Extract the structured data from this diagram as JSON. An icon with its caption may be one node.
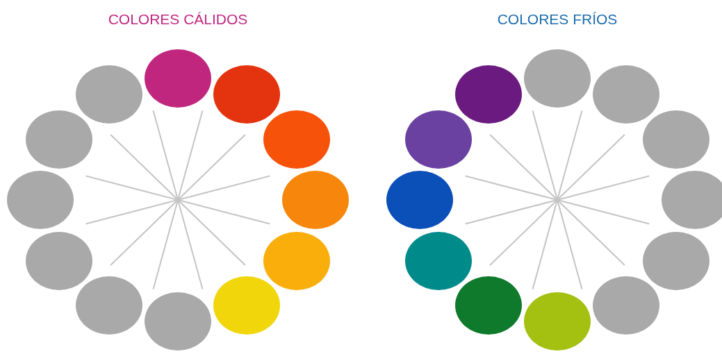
{
  "diagram": {
    "nodes": [
      {
        "text": [],
        "shape": "circle"
      },
      {
        "text": [],
        "shape": "circle"
      },
      {
        "text": [],
        "shape": "circle"
      },
      {
        "text": [],
        "shape": "circle"
      },
      {
        "text": [],
        "shape": "circle"
      },
      {
        "text": [],
        "shape": "circle"
      },
      {
        "text": [],
        "shape": "circle"
      },
      {
        "text": [],
        "shape": "circle"
      },
      {
        "text": [],
        "shape": "circle"
      },
      {
        "text": [],
        "shape": "circle"
      },
      {
        "text": [],
        "shape": "circle"
      },
      {
        "text": [],
        "shape": "circle"
      },
      {
        "text": [],
        "shape": "circle"
      },
      {
        "text": [],
        "shape": "circle"
      },
      {
        "text": [],
        "shape": "circle"
      },
      {
        "text": [],
        "shape": "circle"
      },
      {
        "text": [],
        "shape": "circle"
      },
      {
        "text": [],
        "shape": "circle"
      },
      {
        "text": [],
        "shape": "circle"
      },
      {
        "text": [],
        "shape": "circle"
      },
      {
        "text": [],
        "shape": "circle"
      },
      {
        "text": [],
        "shape": "circle"
      },
      {
        "text": [],
        "shape": "circle"
      },
      {
        "text": [],
        "shape": "circle"
      }
    ],
    "labels": [
      "COLORES CÁLIDOS",
      "COLORES FRÍOS"
    ]
  }
}
